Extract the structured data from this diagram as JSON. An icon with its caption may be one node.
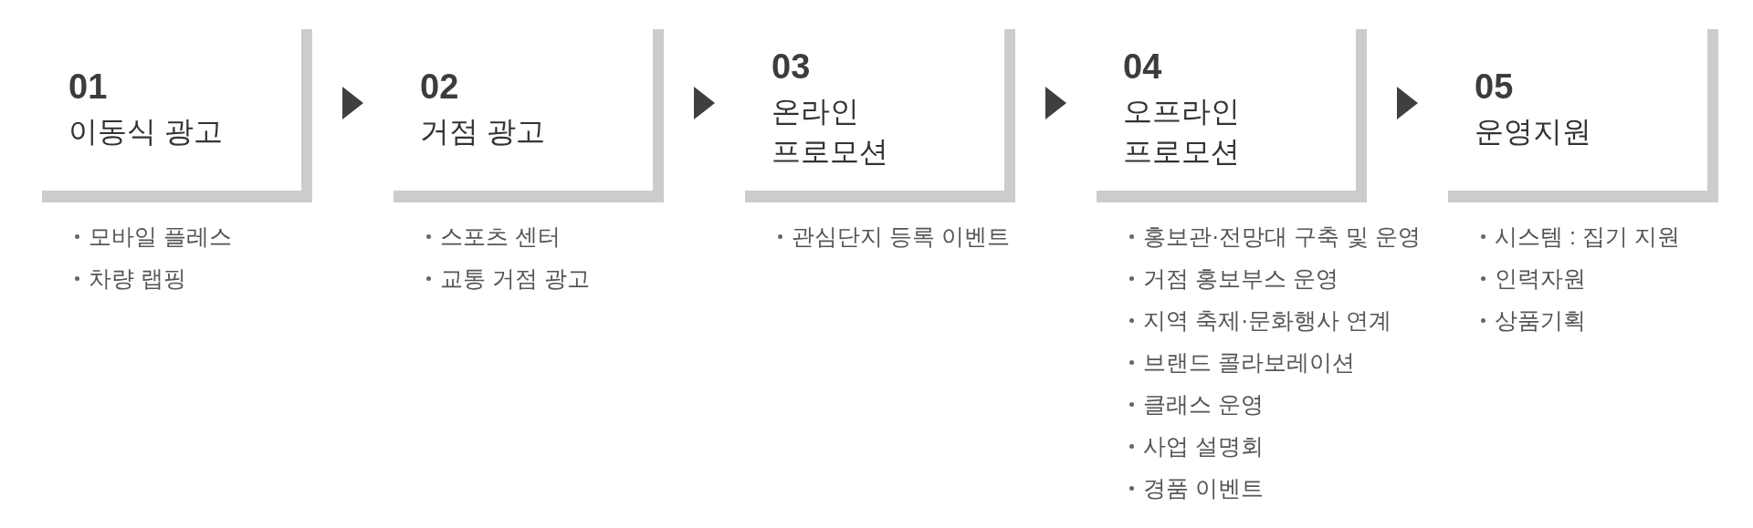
{
  "diagram": {
    "nodes": [
      {
        "text": [
          "01",
          "이동식 광고"
        ],
        "beside": [
          "모바일 플레스",
          "차량 랩핑"
        ]
      },
      {
        "text": [
          "02",
          "거점 광고"
        ],
        "beside": [
          "스포츠 센터",
          "교통 거점 광고"
        ]
      },
      {
        "text": [
          "03",
          "온라인 프로모션"
        ],
        "beside": [
          "관심단지 등록 이벤트"
        ]
      },
      {
        "text": [
          "04",
          "오프라인 프로모션"
        ],
        "beside": [
          "홍보관·전망대 구축 및 운영",
          "거점 홍보부스 운영",
          "지역 축제·문화행사 연계",
          "브랜드 콜라보레이션",
          "클래스 운영",
          "사업 설명회",
          "경품 이벤트"
        ]
      },
      {
        "text": [
          "05",
          "운영지원"
        ],
        "beside": [
          "시스템 : 집기 지원",
          "인력자원",
          "상품기획"
        ]
      }
    ],
    "edges": [
      {
        "from": 0,
        "to": 1,
        "arrow": "to"
      },
      {
        "from": 1,
        "to": 2,
        "arrow": "to"
      },
      {
        "from": 2,
        "to": 3,
        "arrow": "to"
      },
      {
        "from": 3,
        "to": 4,
        "arrow": "to"
      }
    ]
  }
}
